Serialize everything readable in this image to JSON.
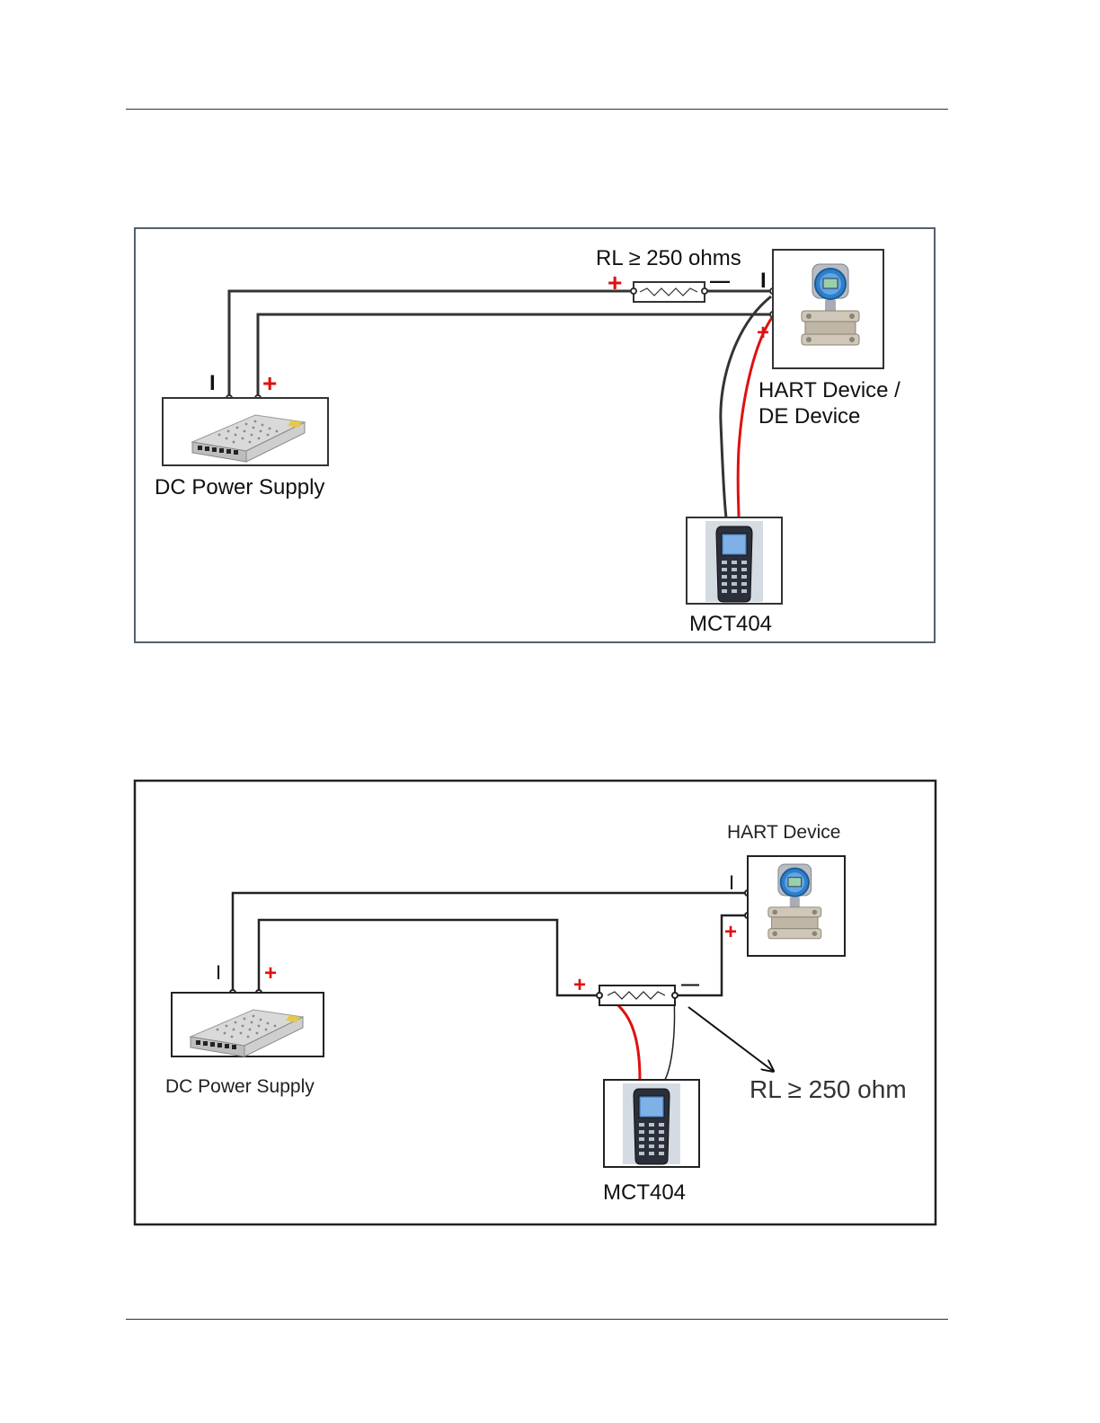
{
  "diagram1": {
    "resistor_label": "RL ≥ 250 ohms",
    "device_label_line1": "HART Device /",
    "device_label_line2": "DE Device",
    "supply_label": "DC Power Supply",
    "communicator_label": "MCT404",
    "minus_sign": "I",
    "plus_sign": "+",
    "resistor_minus": "—"
  },
  "diagram2": {
    "device_label": "HART Device",
    "supply_label": "DC Power Supply",
    "communicator_label": "MCT404",
    "resistor_label": "RL ≥ 250 ohm",
    "minus_sign": "I",
    "plus_sign": "+",
    "resistor_minus": "—"
  },
  "colors": {
    "wire": "#333333",
    "positive_lead": "#e01010",
    "border": "#222222",
    "transmitter_blue": "#2f7fc8"
  },
  "icons": [
    "dc-power-supply-icon",
    "hart-transmitter-icon",
    "handheld-communicator-icon",
    "resistor-icon",
    "pointer-arrow-icon"
  ]
}
